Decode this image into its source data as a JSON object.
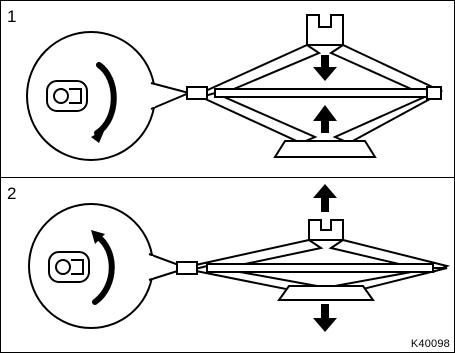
{
  "steps": [
    {
      "number": "1",
      "action": "lower"
    },
    {
      "number": "2",
      "action": "raise"
    }
  ],
  "figure_code": "K40098",
  "colors": {
    "line": "#000000",
    "background": "#ffffff"
  }
}
